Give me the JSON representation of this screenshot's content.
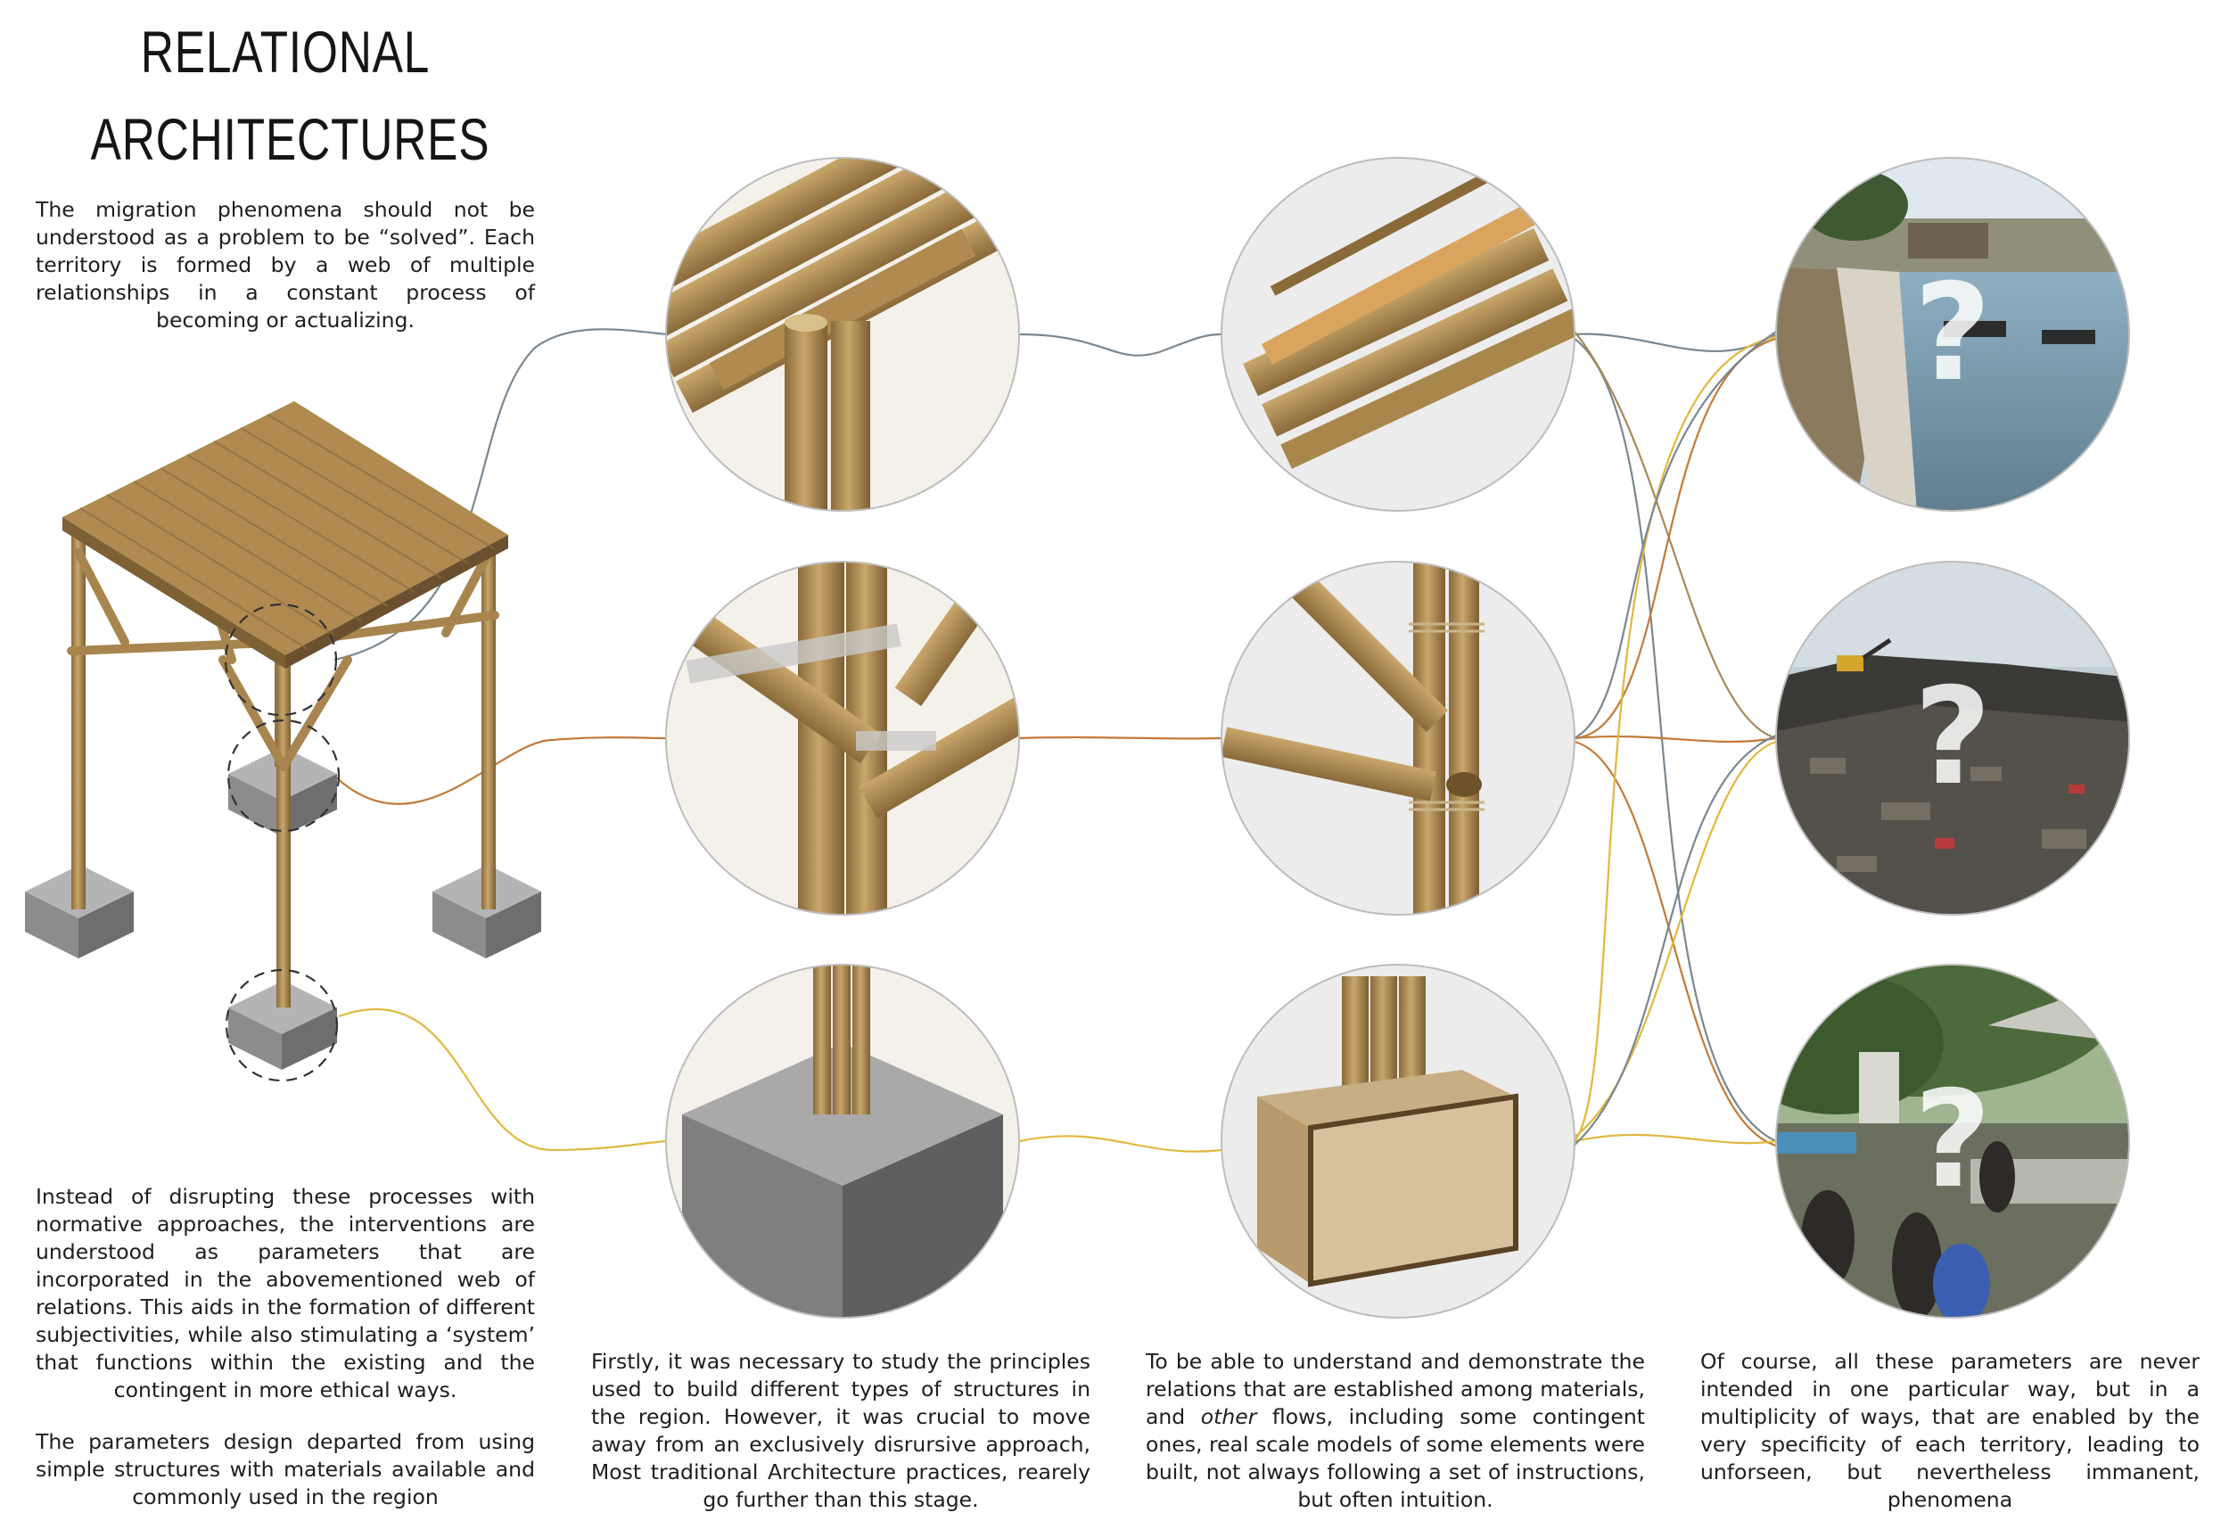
{
  "title": {
    "line1": "RELATIONAL",
    "line2": "ARCHITECTURES"
  },
  "intro_text": "The migration phenomena should not be understood as a problem to be “solved”. Each territory is formed by a web of multiple relationships in a constant process of becoming or actualizing.",
  "interventions_text": "Instead of disrupting these processes with normative approaches, the interventions are understood as parameters that are incorporated in the abovementioned web of relations. This aids in the formation of different subjectivities, while also stimulating a ‘system’ that functions within the existing and the contingent in more ethical ways.",
  "parameters_text": "The parameters design departed from using simple structures with materials available and commonly used in the region",
  "principles_text": "Firstly, it was necessary to study the principles used to build different types of structures in the region. However, it was crucial to move away from an exclusively disrursive approach, Most traditional Architecture practices, rearely go further than this stage.",
  "models_text_before": "To be able to understand and demonstrate the relations that are established among materials, and ",
  "models_text_emph": "other",
  "models_text_after": " flows, including some contingent ones, real scale models of some elements were built, not always following a set of instructions, but often intuition.",
  "phenomena_text": "Of course, all these parameters are never intended in one particular way, but in a multiplicity of ways, that are enabled by the very specificity of each territory, leading to unforseen, but nevertheless immanent, phenomena",
  "question_mark": "?",
  "colors": {
    "bamboo": "#b8955c",
    "bamboo_dark": "#8a6a3a",
    "concrete": "#8e8e8e",
    "line_gray": "#7a8791",
    "line_orange": "#c27a3a",
    "line_yellow": "#e0b840"
  }
}
